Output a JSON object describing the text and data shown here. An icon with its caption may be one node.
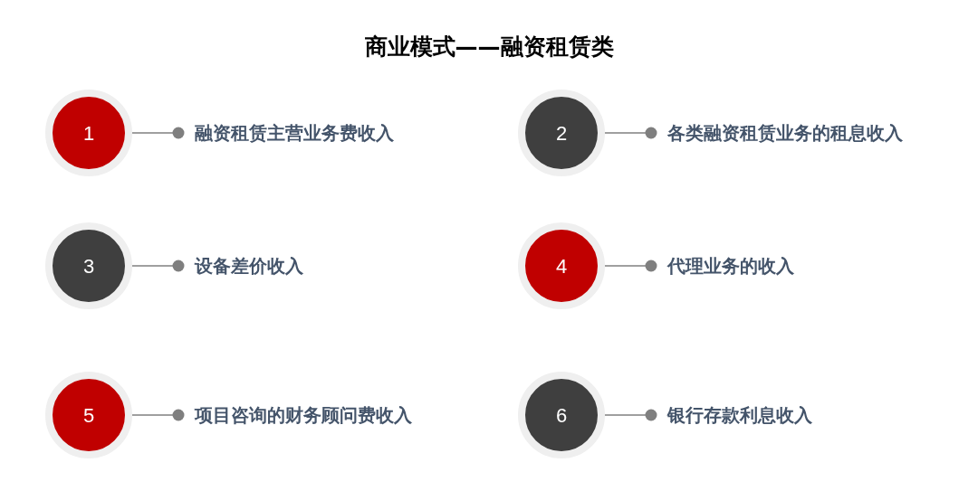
{
  "diagram": {
    "title": "商业模式——融资租赁类",
    "nodes": [
      {
        "text": [
          "1"
        ]
      },
      {
        "text": [
          "融资租赁主营业务费收入"
        ]
      },
      {
        "text": [
          "2"
        ]
      },
      {
        "text": [
          "各类融资租赁业务的租息收入"
        ]
      },
      {
        "text": [
          "3"
        ]
      },
      {
        "text": [
          "设备差价收入"
        ]
      },
      {
        "text": [
          "4"
        ]
      },
      {
        "text": [
          "代理业务的收入"
        ]
      },
      {
        "text": [
          "5"
        ]
      },
      {
        "text": [
          "项目咨询的财务顾问费收入"
        ]
      },
      {
        "text": [
          "6"
        ]
      },
      {
        "text": [
          "银行存款利息收入"
        ]
      }
    ],
    "edges": [
      {
        "from": 0,
        "to": 1,
        "arrow": "other"
      },
      {
        "from": 2,
        "to": 3,
        "arrow": "other"
      },
      {
        "from": 4,
        "to": 5,
        "arrow": "other"
      },
      {
        "from": 6,
        "to": 7,
        "arrow": "other"
      },
      {
        "from": 8,
        "to": 9,
        "arrow": "other"
      },
      {
        "from": 10,
        "to": 11,
        "arrow": "other"
      }
    ]
  }
}
